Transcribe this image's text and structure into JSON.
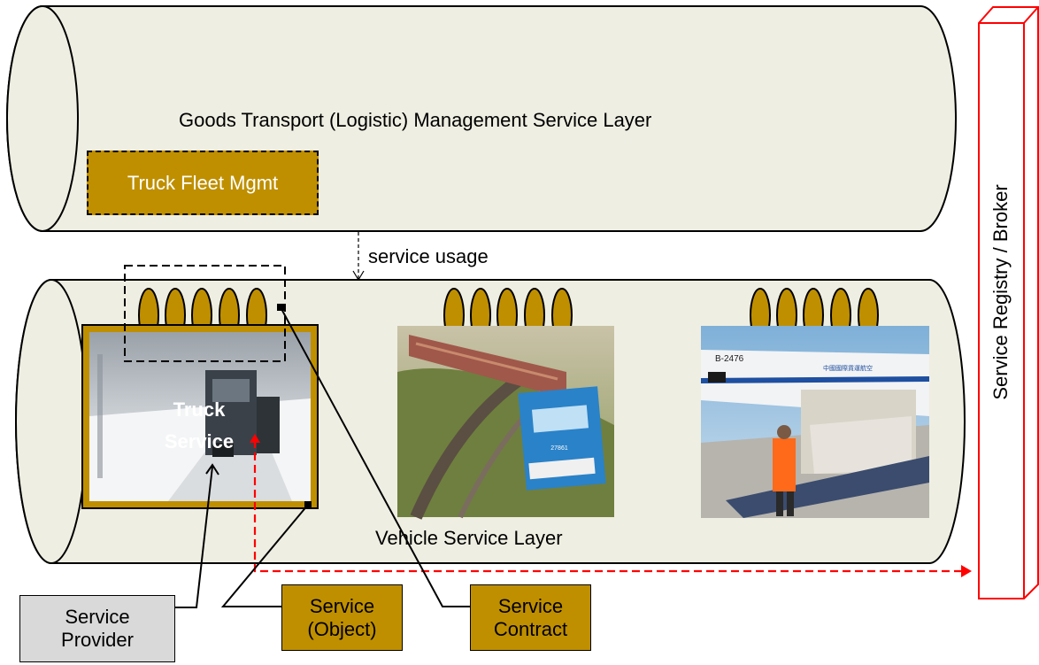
{
  "layers": {
    "top_label": "Goods Transport (Logistic) Management Service Layer",
    "bottom_label": "Vehicle Service Layer"
  },
  "fleet_box": {
    "label": "Truck Fleet Mgmt"
  },
  "usage_label": "service usage",
  "truck": {
    "line1": "Truck",
    "line2": "Service"
  },
  "registry": {
    "label": "Service Registry / Broker"
  },
  "legend": {
    "provider": {
      "line1": "Service",
      "line2": "Provider"
    },
    "object": {
      "line1": "Service",
      "line2": "(Object)"
    },
    "contract": {
      "line1": "Service",
      "line2": "Contract"
    }
  },
  "photos": {
    "train_number": "27861",
    "plane_reg": "B-2476",
    "plane_airline": "中國國際貨運航空"
  },
  "colors": {
    "cylinder_fill": "#efeee2",
    "gold": "#bf8f00",
    "registry_border": "#ff0000",
    "connector_red": "#ff0000",
    "legend_gray": "#d9d9d9"
  }
}
